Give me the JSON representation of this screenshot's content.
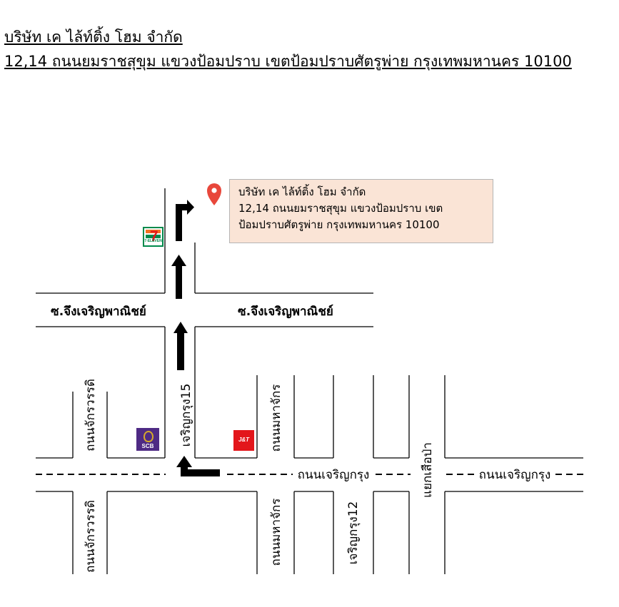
{
  "header": {
    "company": "บริษัท เค ไล้ท์ติ้ง โฮม จำกัด",
    "address": "12,14 ถนนยมราชสุขุม แขวงป้อมปราบ เขตป้อมปราบศัตรูพ่าย กรุงเทพมหานคร 10100"
  },
  "info_box": {
    "line1": "บริษัท เค ไล้ท์ติ้ง โฮม จำกัด",
    "line2": "12,14 ถนนยมราชสุขุม แขวงป้อมปราบ เขต",
    "line3": "ป้อมปราบศัตรูพ่าย กรุงเทพมหานคร 10100"
  },
  "roads": {
    "soi_left": "ซ.จึงเจริญพาณิชย์",
    "soi_right": "ซ.จึงเจริญพาณิชย์",
    "charoenkrung15": "เจริญกรุง15",
    "chakkrawat_top": "ถนนจักรวรรดิ",
    "chakkrawat_bottom": "ถนนจักรวรรดิ",
    "mahachak_top": "ถนนมหาจักร",
    "mahachak_bottom": "ถนนมหาจักร",
    "charoenkrung_main_1": "ถนนเจริญกรุง",
    "charoenkrung_main_2": "ถนนเจริญกรุง",
    "charoenkrung12": "เจริญกรุง12",
    "yaek_suea_pa": "แยกเสือป่า"
  },
  "landmarks": {
    "seven_eleven": "7-ELEVEN",
    "scb": "SCB",
    "jnt": "J&T"
  },
  "colors": {
    "pin": "#e8473b",
    "info_bg": "#fae4d6",
    "scb": "#4e2a84",
    "jnt": "#e3161b",
    "seven_green": "#008a4b",
    "seven_orange": "#f37021"
  }
}
